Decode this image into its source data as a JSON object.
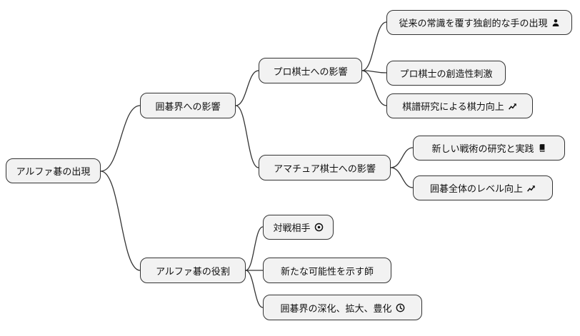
{
  "diagram": {
    "type": "mindmap",
    "direction": "left-to-right"
  },
  "colors": {
    "node_fill": "#f2f2f2",
    "node_border": "#333333",
    "edge_color": "#333333",
    "text_color": "#111111",
    "background": "#ffffff"
  },
  "nodes": [
    {
      "id": "root",
      "label": "アルファ碁の出現",
      "icon": null,
      "parent": null
    },
    {
      "id": "go-world",
      "label": "囲碁界への影響",
      "icon": null,
      "parent": "root"
    },
    {
      "id": "pro",
      "label": "プロ棋士への影響",
      "icon": null,
      "parent": "go-world"
    },
    {
      "id": "novel-moves",
      "label": "従来の常識を覆す独創的な手の出現",
      "icon": "user-icon",
      "parent": "pro"
    },
    {
      "id": "creativity",
      "label": "プロ棋士の創造性刺激",
      "icon": null,
      "parent": "pro"
    },
    {
      "id": "kifu-study",
      "label": "棋譜研究による棋力向上",
      "icon": "chart-line-icon",
      "parent": "pro"
    },
    {
      "id": "amateur",
      "label": "アマチュア棋士への影響",
      "icon": null,
      "parent": "go-world"
    },
    {
      "id": "tactics",
      "label": "新しい戦術の研究と実践",
      "icon": "book-icon",
      "parent": "amateur"
    },
    {
      "id": "level-up",
      "label": "囲碁全体のレベル向上",
      "icon": "chart-line-icon",
      "parent": "amateur"
    },
    {
      "id": "role",
      "label": "アルファ碁の役割",
      "icon": null,
      "parent": "root"
    },
    {
      "id": "opponent",
      "label": "対戦相手",
      "icon": "bullseye-icon",
      "parent": "role"
    },
    {
      "id": "teacher",
      "label": "新たな可能性を示す師",
      "icon": null,
      "parent": "role"
    },
    {
      "id": "deepen",
      "label": "囲碁界の深化、拡大、豊化",
      "icon": "clock-icon",
      "parent": "role"
    }
  ]
}
